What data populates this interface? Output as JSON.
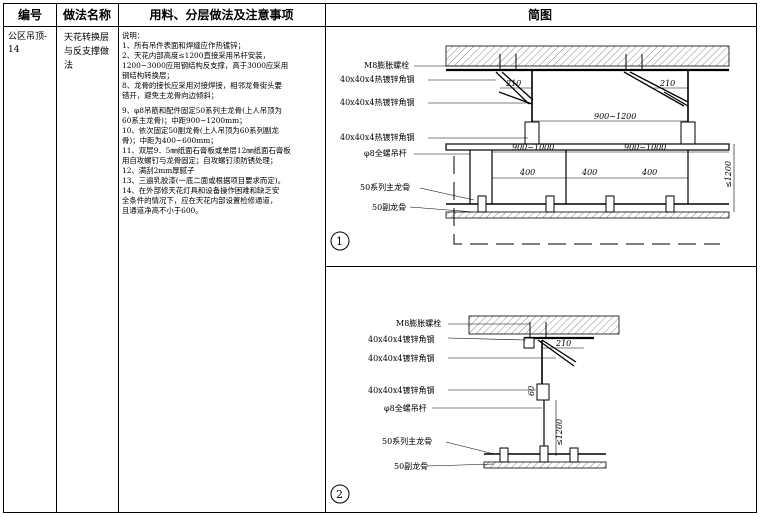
{
  "header": {
    "col_code": "编号",
    "col_name": "做法名称",
    "col_spec": "用料、分层做法及注意事项",
    "col_diagram": "简图"
  },
  "row": {
    "code_line1": "公区吊顶-",
    "code_line2": "14",
    "name_line1": "天花转换层",
    "name_line2": "与反支撑做",
    "name_line3": "法"
  },
  "notes": {
    "title": "说明：",
    "l1": "1、所有吊件表面和焊缝应作热镀锌；",
    "l2": "2、天花内部高度≤1200直接采用吊杆安装，",
    "l3": "1200~3000应用钢结构反支撑，高于3000应采用",
    "l4": "钢结构转换层；",
    "l5": "8、龙骨的接长应采用对接焊接，相邻龙骨街头要",
    "l6": "错开，避免主龙骨向边倾斜；",
    "l7": "9、φ8吊筋和配件固定50系列主龙骨(上人吊顶为",
    "l8": "60系主龙骨)；中距900~1200mm；",
    "l9": "10、依次固定50副龙骨(上人吊顶为60系列副龙",
    "l10": "骨)；中距为400~600mm；",
    "l11": "11、双层9．5㎜纸面石膏板或单层12㎜纸面石膏板",
    "l12": "用自攻螺钉与龙骨固定；自攻螺钉须防锈处理；",
    "l13": "12、满刮2mm厚腻子",
    "l14": "13、三遍乳胶漆(一底二面或根据项目要求而定)。",
    "l15": "14、在外部修天花灯具和设备操作困难和缺乏安",
    "l16": "全条件的情况下，应在天花内部设置检修通道，",
    "l17": "且通道净高不小于600。"
  },
  "diagram1": {
    "lbl_bolt": "M8膨胀螺栓",
    "lbl_angle1": "40x40x4热镀锌角钢",
    "lbl_angle2": "40x40x4热镀锌角钢",
    "lbl_angle3": "40x40x4热镀锌角钢",
    "lbl_rod": "φ8全螺吊杆",
    "lbl_main": "50系列主龙骨",
    "lbl_sub": "50副龙骨",
    "dim_210a": "210",
    "dim_210b": "210",
    "dim_900_1200": "900~1200",
    "dim_900_1000a": "900~1000",
    "dim_900_1000b": "900~1000",
    "dim_400a": "400",
    "dim_400b": "400",
    "dim_400c": "400",
    "dim_1200": "≤1200",
    "num": "1"
  },
  "diagram2": {
    "lbl_bolt": "M8膨胀螺栓",
    "lbl_angle1": "40x40x4镀锌角钢",
    "lbl_angle2": "40x40x4镀锌角钢",
    "lbl_angle3": "40x40x4镀锌角钢",
    "lbl_rod": "φ8全螺吊杆",
    "lbl_main": "50系列主龙骨",
    "lbl_sub": "50副龙骨",
    "dim_210": "210",
    "dim_60": "60",
    "dim_1200": "≤1200",
    "num": "2"
  }
}
